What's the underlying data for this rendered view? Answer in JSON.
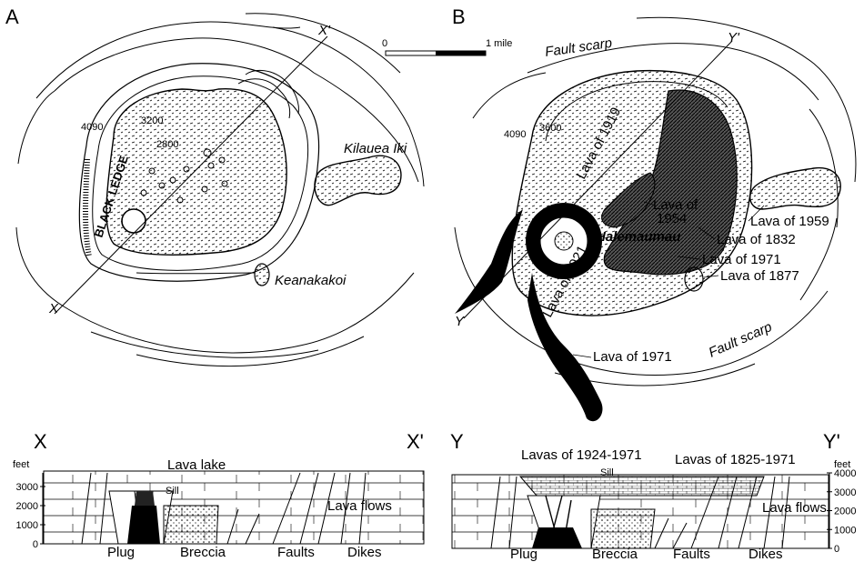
{
  "map_a": {
    "panel": "A",
    "section_start": "X",
    "section_end": "X'",
    "elevation_rim": "4090",
    "elevation_ledge": "3200",
    "elevation_floor": "2800",
    "ledge": "BLACK LEDGE",
    "crater_east": "Kilauea Iki",
    "crater_south": "Keanakakoi"
  },
  "map_b": {
    "panel": "B",
    "section_start": "Y",
    "section_end": "Y'",
    "elevation_rim": "4090",
    "elevation_floor": "3600",
    "scarp_north": "Fault scarp",
    "scarp_south": "Fault scarp",
    "pit": "Halemaumau",
    "lava_1919": "Lava of 1919",
    "lava_1954_line1": "Lava of",
    "lava_1954_line2": "1954",
    "lava_1959": "Lava of 1959",
    "lava_1832": "Lava of 1832",
    "lava_1971_east": "Lava of 1971",
    "lava_1877": "Lava of 1877",
    "lava_1921": "Lava of 1921",
    "lava_1971_sw": "Lava of 1971"
  },
  "scale_bar": {
    "start": "0",
    "end": "1 mile"
  },
  "section_x": {
    "left_label": "X",
    "right_label": "X'",
    "unit": "feet",
    "ticks": [
      "3000",
      "2000",
      "1000",
      "0"
    ],
    "lava_lake": "Lava lake",
    "sill": "Sill",
    "lava_flows": "Lava flows",
    "plug": "Plug",
    "breccia": "Breccia",
    "faults": "Faults",
    "dikes": "Dikes"
  },
  "section_y": {
    "left_label": "Y",
    "right_label": "Y'",
    "unit": "feet",
    "ticks": [
      "4000",
      "3000",
      "2000",
      "1000",
      "0"
    ],
    "lavas_a": "Lavas of 1924-1971",
    "lavas_b": "Lavas of 1825-1971",
    "sill": "Sill",
    "lava_flows": "Lava flows",
    "plug": "Plug",
    "breccia": "Breccia",
    "faults": "Faults",
    "dikes": "Dikes"
  }
}
